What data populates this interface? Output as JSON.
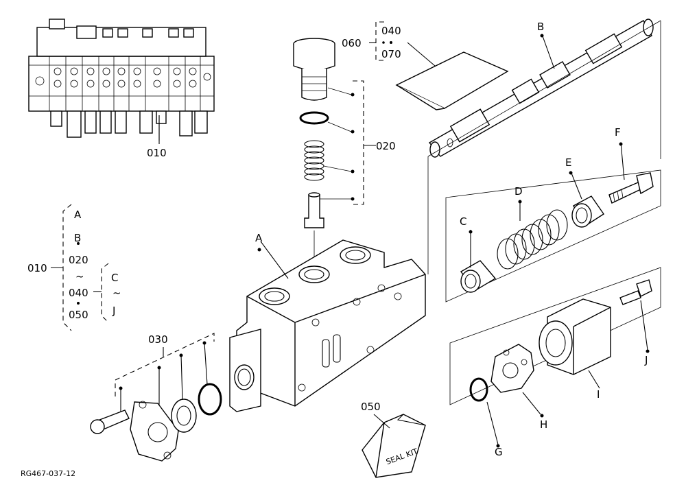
{
  "labels": {
    "A": "A",
    "B": "B",
    "C": "C",
    "D": "D",
    "E": "E",
    "F": "F",
    "G": "G",
    "H": "H",
    "I": "I",
    "J": "J",
    "p010_top": "010",
    "p020": "020",
    "p030": "030",
    "p050": "050",
    "p060": "060",
    "p040_top": "040",
    "p070": "070",
    "left_010": "010",
    "left_A": "A",
    "left_B": "B",
    "left_020": "020",
    "left_tilde1": "~",
    "left_040": "040",
    "left_050": "050",
    "left_C": "C",
    "left_tilde2": "~",
    "left_J": "J",
    "seal_kit": "SEAL KIT",
    "drawing_ref": "RG467-037-12"
  }
}
